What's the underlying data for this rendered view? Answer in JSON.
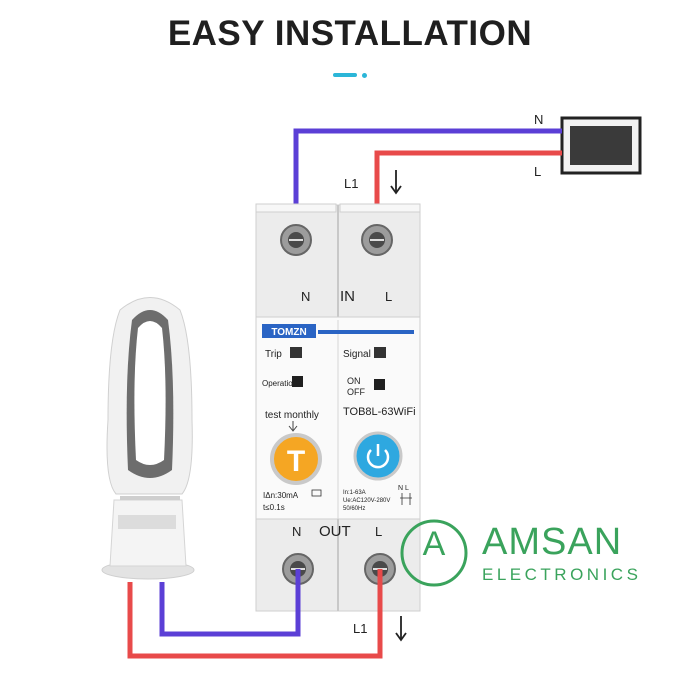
{
  "title": "EASY INSTALLATION",
  "wiring": {
    "top_neutral": "N",
    "top_live": "L",
    "input_live": "L1",
    "output_live": "L1",
    "neutral_color": "#5b3fd6",
    "live_color": "#e84a4a"
  },
  "breaker": {
    "top_n": "N",
    "top_in": "IN",
    "top_l": "L",
    "brand": "TOMZN",
    "trip": "Trip",
    "operation": "Operation",
    "signal": "Signal",
    "on": "ON",
    "off": "OFF",
    "test_monthly": "test monthly",
    "model": "TOB8L-63WiFi",
    "spec_left_1": "IΔn:30mA",
    "spec_left_2": "t≤0.1s",
    "spec_right_1": "In:1-63A",
    "spec_right_2": "Ue:AC120V-280V",
    "spec_right_3": "50/60Hz",
    "schem_n": "N",
    "schem_l": "L",
    "bottom_n": "N",
    "bottom_out": "OUT",
    "bottom_l": "L",
    "test_button_letter": "T",
    "test_color": "#f5a623",
    "power_color": "#2ea8e0"
  },
  "logo": {
    "letter": "A",
    "name": "AMSAN",
    "sub": "ELECTRONICS",
    "color": "#3aa35c"
  }
}
